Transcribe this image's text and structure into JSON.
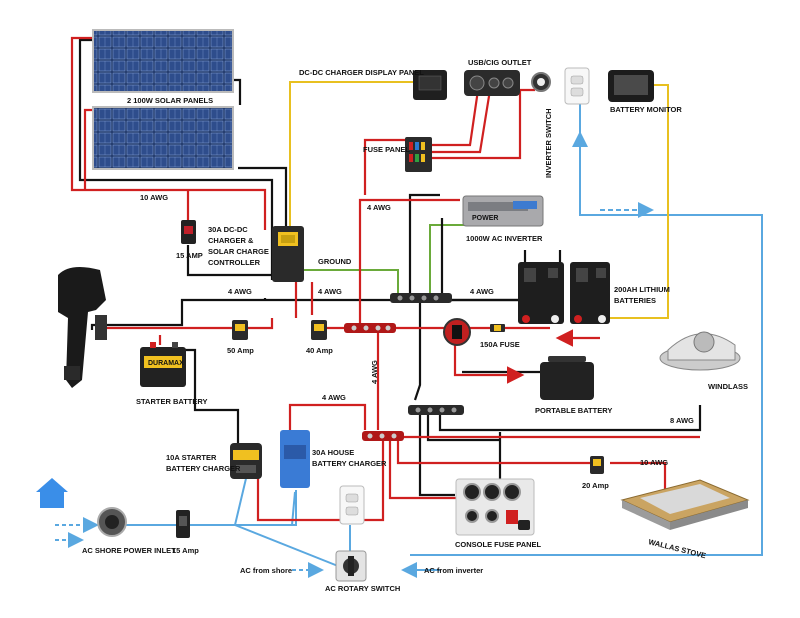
{
  "colors": {
    "positive": "#d02020",
    "negative": "#111111",
    "ac": "#5aa8e0",
    "signal": "#e8c020",
    "ground": "#6aaa3a",
    "panel": "#2a3a5e",
    "house": "#3a7bd5"
  },
  "labels": {
    "solar_panels": "2 100W SOLAR PANELS",
    "dcdc_display": "DC-DC CHARGER DISPLAY PANEL",
    "usb_outlet": "USB/CIG OUTLET",
    "inverter_switch": "INVERTER SWITCH",
    "battery_monitor": "BATTERY MONITOR",
    "fuse_panel": "FUSE PANEL",
    "awg10_top": "10 AWG",
    "amp15_top": "15 AMP",
    "dcdc_controller": [
      "30A DC-DC",
      "CHARGER &",
      "SOLAR CHARGE",
      "CONTROLLER"
    ],
    "ground": "GROUND",
    "awg4_a": "4 AWG",
    "awg4_b": "4 AWG",
    "awg4_c": "4 AWG",
    "awg4_d": "4 AWG",
    "awg4_vertical": "4 AWG",
    "awg4_lower": "4 AWG",
    "inverter": "1000W AC INVERTER",
    "lithium": [
      "200AH LITHIUM",
      "BATTERIES"
    ],
    "amp50": "50 Amp",
    "amp40": "40 Amp",
    "fuse150": "150A FUSE",
    "starter_battery": "STARTER BATTERY",
    "portable_battery": "PORTABLE BATTERY",
    "windlass": "WINDLASS",
    "awg8": "8 AWG",
    "starter_charger": [
      "10A STARTER",
      "BATTERY CHARGER"
    ],
    "house_charger": [
      "30A HOUSE",
      "BATTERY CHARGER"
    ],
    "awg10_stove": "10 AWG",
    "amp20": "20 Amp",
    "wallas_stove": "WALLAS STOVE",
    "console_fuse": "CONSOLE FUSE PANEL",
    "shore_inlet": "AC SHORE POWER INLET",
    "amp15_bottom": "15 Amp",
    "ac_from_shore": "AC from shore",
    "ac_from_inverter": "AC from inverter",
    "rotary_switch": "AC ROTARY SWITCH",
    "starter_brand": "DURAMAX",
    "inverter_brand": "POWER"
  }
}
